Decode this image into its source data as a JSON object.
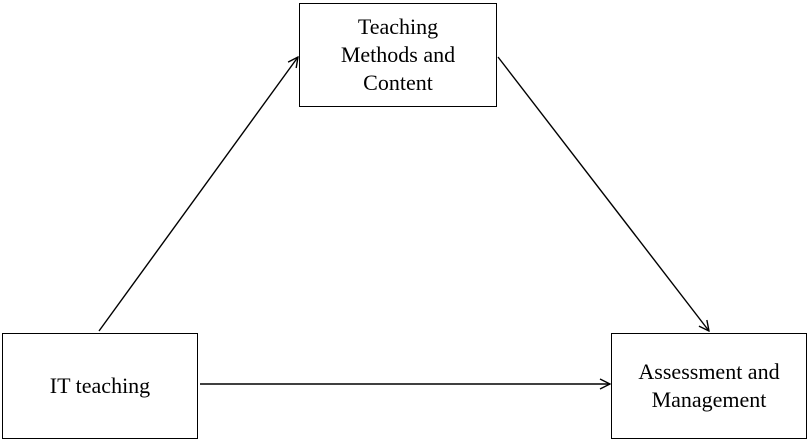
{
  "diagram": {
    "nodes": {
      "teaching_methods": {
        "label": "Teaching\nMethods and\nContent"
      },
      "it_teaching": {
        "label": "IT teaching"
      },
      "assessment": {
        "label": "Assessment and\nManagement"
      }
    },
    "edges": [
      {
        "from": "it_teaching",
        "to": "teaching_methods"
      },
      {
        "from": "teaching_methods",
        "to": "assessment"
      },
      {
        "from": "it_teaching",
        "to": "assessment"
      }
    ],
    "colors": {
      "stroke": "#000000",
      "background": "#ffffff"
    }
  }
}
